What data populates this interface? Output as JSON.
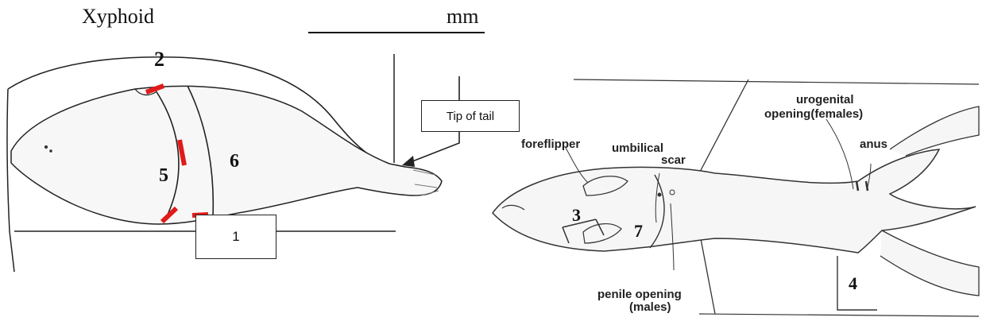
{
  "header": {
    "label": "Xyphoid",
    "unit": "mm"
  },
  "left_figure": {
    "callouts": {
      "tip_of_tail": "Tip of tail",
      "box_1": "1"
    },
    "numbers": {
      "n2": "2",
      "n5": "5",
      "n6": "6"
    },
    "marker_color": "#e11a1a"
  },
  "right_figure": {
    "labels": {
      "foreflipper": "foreflipper",
      "umbilical_scar_line1": "umbilical",
      "umbilical_scar_line2": "scar",
      "urogenital_line1": "urogenital",
      "urogenital_line2": "opening(females)",
      "anus": "anus",
      "penile_line1": "penile opening",
      "penile_line2": "(males)"
    },
    "numbers": {
      "n3": "3",
      "n7": "7",
      "n4": "4"
    }
  }
}
